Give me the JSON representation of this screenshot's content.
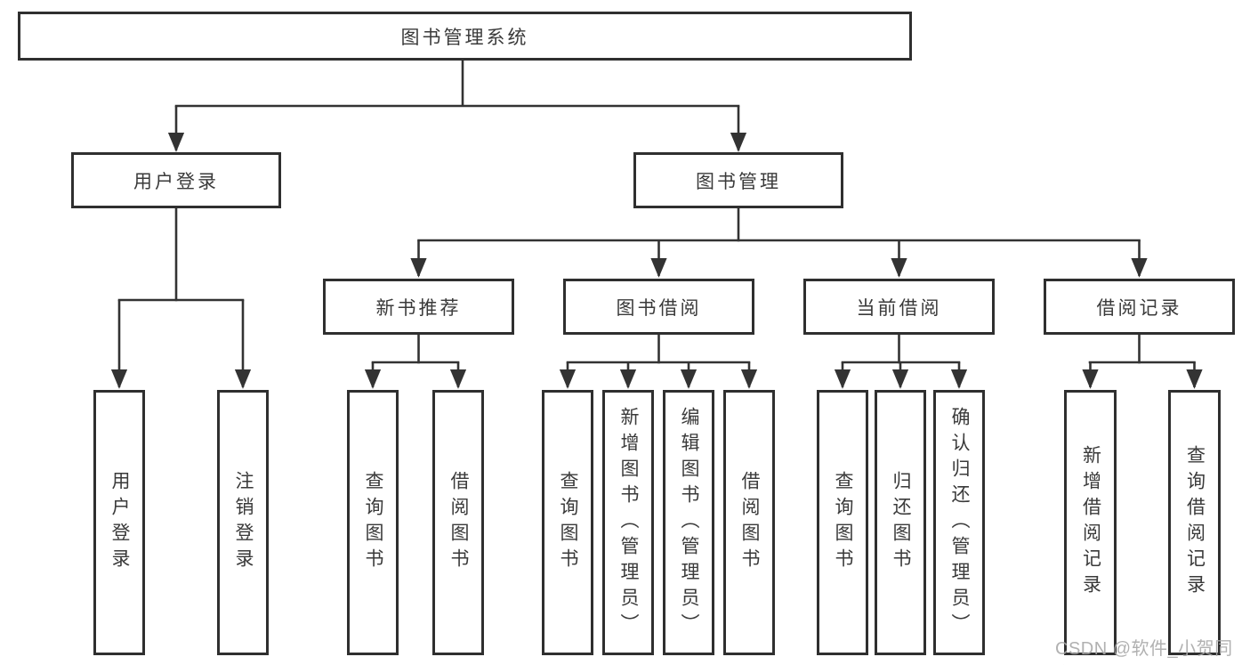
{
  "tree": {
    "root": "图书管理系统",
    "user": {
      "label": "用户登录",
      "children": [
        "用户登录",
        "注销登录"
      ]
    },
    "mgmt": {
      "label": "图书管理",
      "sections": [
        {
          "label": "新书推荐",
          "children": [
            "查询图书",
            "借阅图书"
          ]
        },
        {
          "label": "图书借阅",
          "children": [
            "查询图书",
            "新增图书（管理员）",
            "编辑图书（管理员）",
            "借阅图书"
          ]
        },
        {
          "label": "当前借阅",
          "children": [
            "查询图书",
            "归还图书",
            "确认归还（管理员）"
          ]
        },
        {
          "label": "借阅记录",
          "children": [
            "新增借阅记录",
            "查询借阅记录"
          ]
        }
      ]
    }
  },
  "watermark": "CSDN @软件_小贺同学",
  "colors": {
    "line": "#333333",
    "box_border": "#2f2f2f",
    "text": "#3a3a3a",
    "watermark": "#a9a9a9",
    "background": "#ffffff"
  }
}
